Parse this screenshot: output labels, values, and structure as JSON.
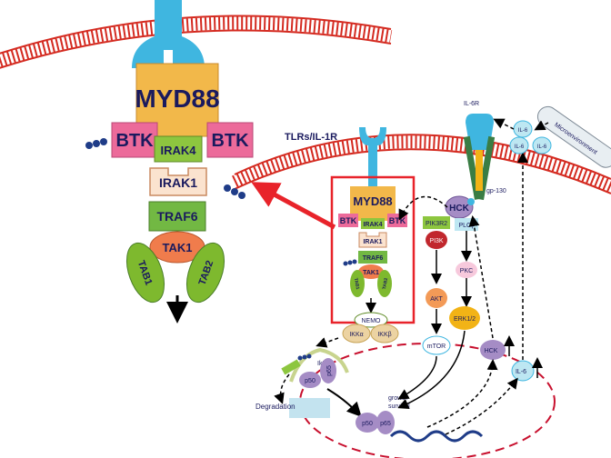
{
  "colors": {
    "membrane": "#d42a20",
    "receptor": "#3fb6e0",
    "myd88_body": "#f2b84a",
    "btk": "#ec6a9a",
    "irak4": "#8dc63f",
    "irak1": "#fbe3cf",
    "traf6": "#72b843",
    "tak1": "#f07c4c",
    "tab": "#7eb92e",
    "pi3k": "#c1272d",
    "akt": "#f39a57",
    "erk": "#f2b316",
    "hck": "#a58cc5",
    "nucleus": "#c8102e",
    "highlight": "#e8232a",
    "il6": "#bde7f2"
  },
  "zoom": {
    "myd88": "MYD88",
    "btk_left": "BTK",
    "btk_right": "BTK",
    "irak4": "IRAK4",
    "irak1": "IRAK1",
    "traf6": "TRAF6",
    "tak1": "TAK1",
    "tab1": "TAB1",
    "tab2": "TAB2"
  },
  "complex": {
    "receptor_label": "TLRs/IL-1R",
    "myd88": "MYD88",
    "btk_left": "BTK",
    "btk_right": "BTK",
    "irak4": "IRAK4",
    "irak1": "IRAK1",
    "traf6": "TRAF6",
    "tak1": "TAK1",
    "tab1": "TAB1",
    "tab2": "TAB2",
    "nemo": "NEMO",
    "ikka": "IKKα",
    "ikkb": "IKKβ"
  },
  "pathway": {
    "il6r": "IL-6R",
    "gp130": "gp-130",
    "hck_membrane": "HCK",
    "pik3r2": "PIK3R2",
    "plcy": "PLCγ",
    "pi3k": "PI3K",
    "pkc": "PKC",
    "akt": "AKT",
    "erk": "ERK1/2",
    "mtor": "mTOR",
    "hck_cyto": "HCK",
    "growth": "growth",
    "survival": "survival"
  },
  "nfkb": {
    "ikba": "IkBα",
    "p50": "p50",
    "p65": "p65",
    "degradation": "Degradation",
    "p50_nuc": "p50",
    "p65_nuc": "p65"
  },
  "il6": {
    "il6_a": "IL-6",
    "il6_b": "IL-6",
    "il6_c": "IL-6",
    "il6_d": "IL-6",
    "microenvironment": "Microenvironment"
  }
}
